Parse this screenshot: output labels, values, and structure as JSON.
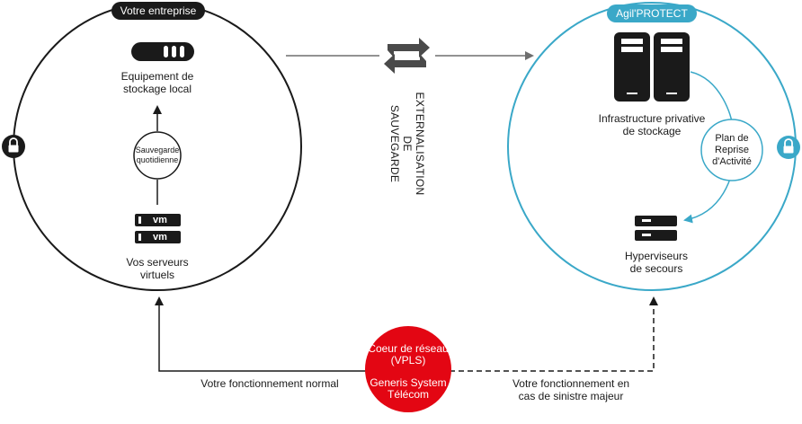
{
  "left_zone": {
    "title": "Votre entreprise",
    "storage_label_line1": "Equipement de",
    "storage_label_line2": "stockage local",
    "daily_backup_line1": "Sauvegarde",
    "daily_backup_line2": "quotidienne",
    "vm_badge": "vm",
    "servers_label_line1": "Vos serveurs",
    "servers_label_line2": "virtuels"
  },
  "right_zone": {
    "title": "Agil'PROTECT",
    "infra_label_line1": "Infrastructure privative",
    "infra_label_line2": "de stockage",
    "pra_line1": "Plan de",
    "pra_line2": "Reprise",
    "pra_line3": "d'Activité",
    "hyper_label_line1": "Hyperviseurs",
    "hyper_label_line2": "de secours"
  },
  "center": {
    "externalisation_line1": "EXTERNALISATION",
    "externalisation_line2": "DE",
    "externalisation_line3": "SAUVEGARDE",
    "sync_icon": "sync-arrows-icon"
  },
  "network": {
    "line1": "Coeur de réseau",
    "line2": "(VPLS)",
    "line3": "Generis System",
    "line4": "Télécom"
  },
  "flows": {
    "normal": "Votre fonctionnement normal",
    "disaster_line1": "Votre fonctionnement en",
    "disaster_line2": "cas de sinistre majeur"
  },
  "icons": {
    "lock": "lock-icon",
    "storage": "storage-drive-icon",
    "vm": "vm-server-icon",
    "server_tower": "server-tower-icon",
    "hypervisor": "hypervisor-icon"
  },
  "colors": {
    "accent_blue": "#3aa8c8",
    "network_red": "#e30613",
    "dark": "#1a1a1a",
    "line_gray": "#6e6e6e"
  }
}
